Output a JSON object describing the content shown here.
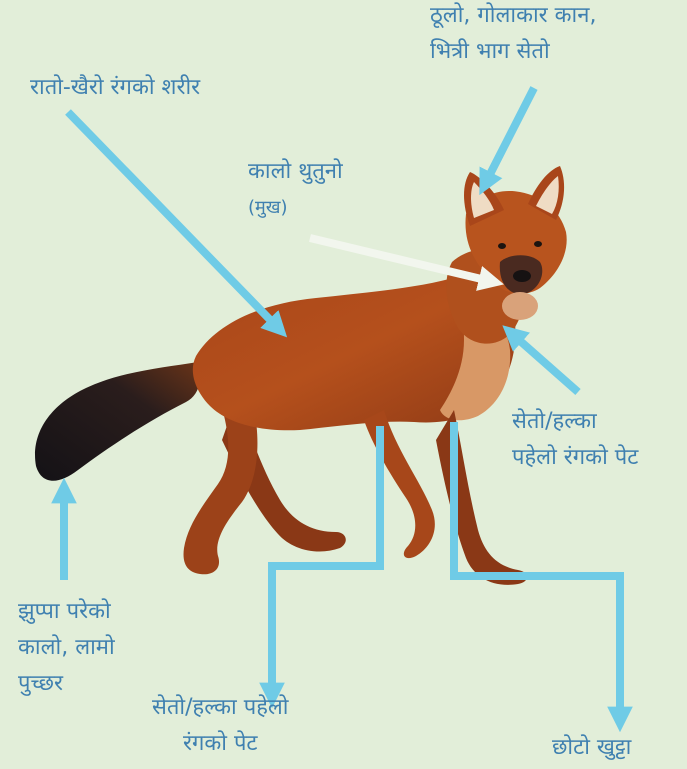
{
  "labels": {
    "ears": [
      "ठूलो, गोलाकार कान,",
      "भित्री भाग सेतो"
    ],
    "body": [
      "रातो-खैरो रंगको शरीर"
    ],
    "muzzle": [
      "कालो थुतुनो",
      "(मुख)"
    ],
    "chest": [
      "सेतो/हल्का",
      "पहेलो रंगको पेट"
    ],
    "tail": [
      "झुप्पा परेको",
      "कालो, लामो",
      "पुच्छर"
    ],
    "belly": [
      "सेतो/हल्का पहेलो",
      "रंगको पेट"
    ],
    "legs": [
      "छोटो खुट्टा"
    ]
  },
  "colors": {
    "background": "#e2eed9",
    "label_text": "#3f80b0",
    "arrow": "#6fcbe6",
    "muzzle_arrow": "#f2f6ee",
    "fur": "#b5501c",
    "tail": "#1f1a1e"
  }
}
